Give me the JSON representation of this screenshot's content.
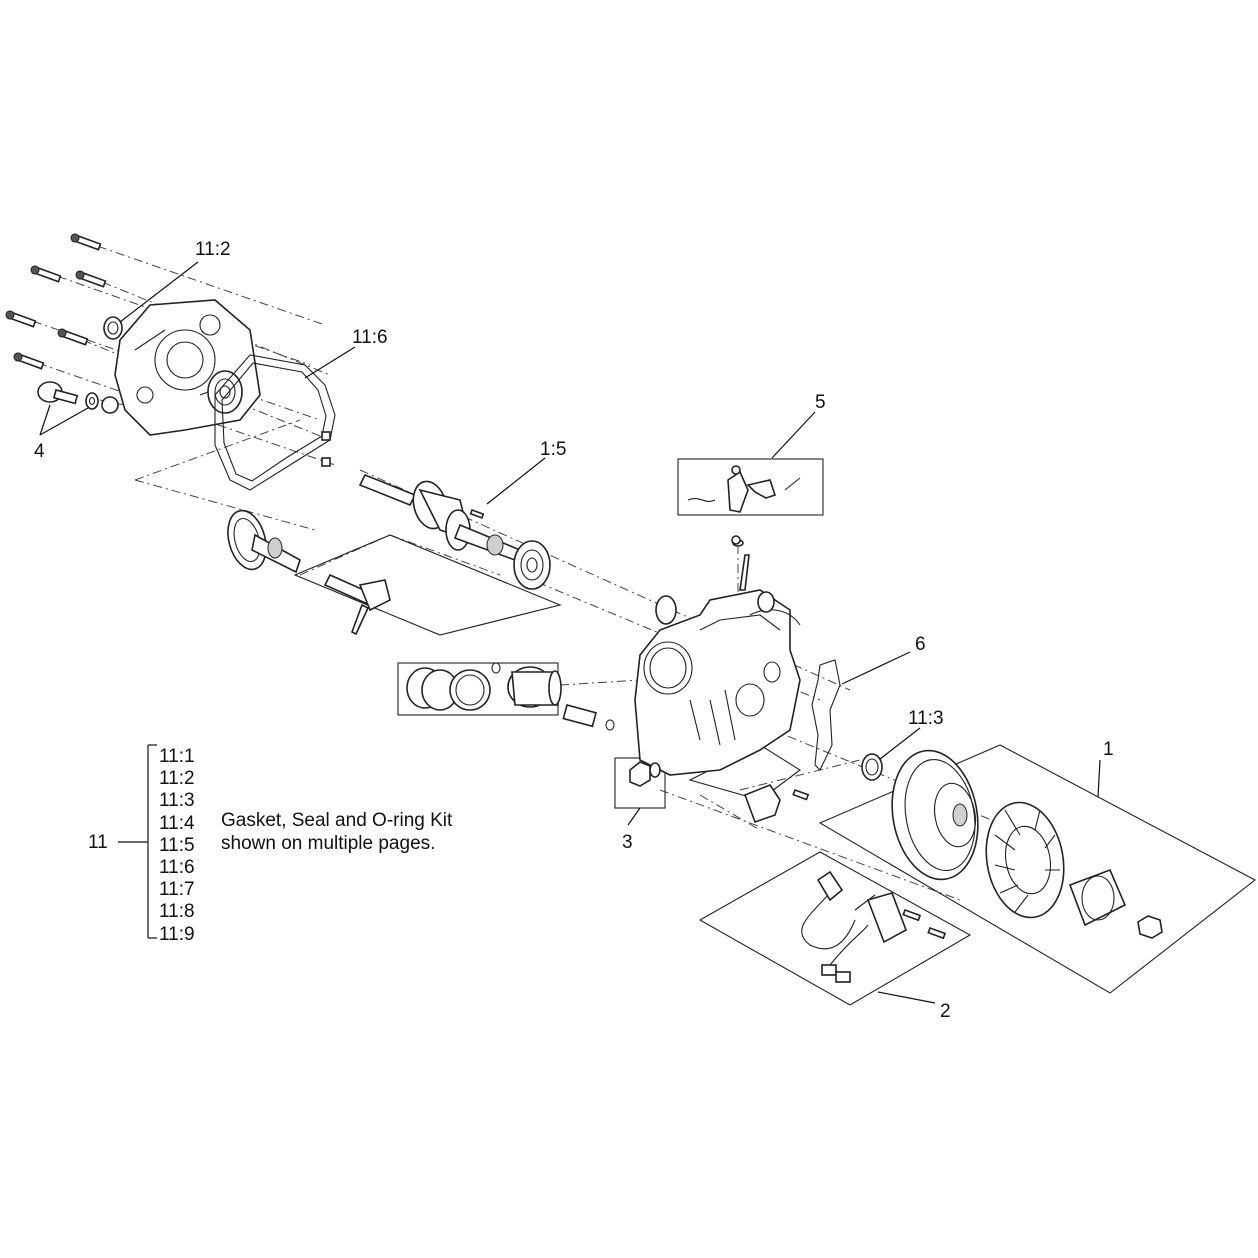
{
  "callouts": {
    "c1": "1",
    "c2": "2",
    "c3": "3",
    "c4": "4",
    "c5": "5",
    "c6": "6",
    "c1_5": "1:5",
    "c11_2": "11:2",
    "c11_3": "11:3",
    "c11_6": "11:6"
  },
  "kit": {
    "number": "11",
    "items": [
      "11:1",
      "11:2",
      "11:3",
      "11:4",
      "11:5",
      "11:6",
      "11:7",
      "11:8",
      "11:9"
    ],
    "description_line1": "Gasket, Seal and O-ring Kit",
    "description_line2": "shown on multiple pages."
  }
}
